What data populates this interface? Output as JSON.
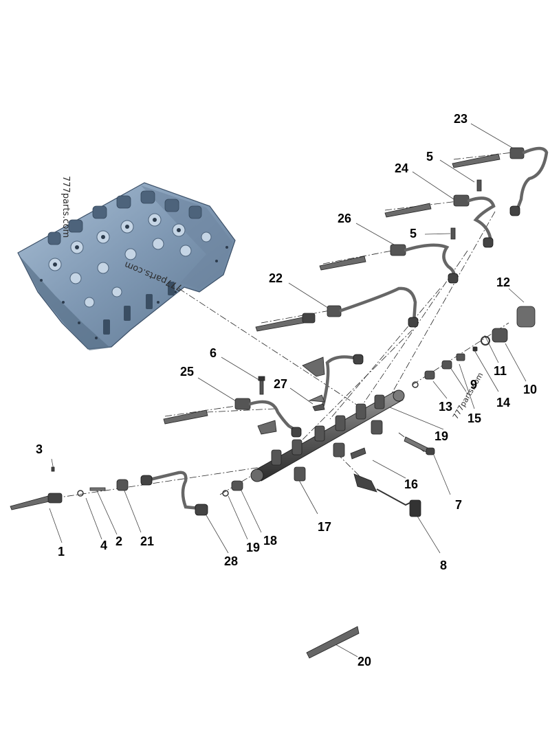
{
  "watermark": {
    "text": "777parts.com"
  },
  "callouts": [
    {
      "key": "p1",
      "label": "1"
    },
    {
      "key": "p2",
      "label": "2"
    },
    {
      "key": "p3",
      "label": "3"
    },
    {
      "key": "p4",
      "label": "4"
    },
    {
      "key": "p5a",
      "label": "5"
    },
    {
      "key": "p5b",
      "label": "5"
    },
    {
      "key": "p6",
      "label": "6"
    },
    {
      "key": "p7",
      "label": "7"
    },
    {
      "key": "p8",
      "label": "8"
    },
    {
      "key": "p9",
      "label": "9"
    },
    {
      "key": "p10",
      "label": "10"
    },
    {
      "key": "p11",
      "label": "11"
    },
    {
      "key": "p12",
      "label": "12"
    },
    {
      "key": "p13",
      "label": "13"
    },
    {
      "key": "p14",
      "label": "14"
    },
    {
      "key": "p15",
      "label": "15"
    },
    {
      "key": "p16",
      "label": "16"
    },
    {
      "key": "p17",
      "label": "17"
    },
    {
      "key": "p18",
      "label": "18"
    },
    {
      "key": "p19a",
      "label": "19"
    },
    {
      "key": "p19b",
      "label": "19"
    },
    {
      "key": "p20",
      "label": "20"
    },
    {
      "key": "p21",
      "label": "21"
    },
    {
      "key": "p22",
      "label": "22"
    },
    {
      "key": "p23",
      "label": "23"
    },
    {
      "key": "p24",
      "label": "24"
    },
    {
      "key": "p25",
      "label": "25"
    },
    {
      "key": "p26",
      "label": "26"
    },
    {
      "key": "p27",
      "label": "27"
    },
    {
      "key": "p28",
      "label": "28"
    }
  ]
}
